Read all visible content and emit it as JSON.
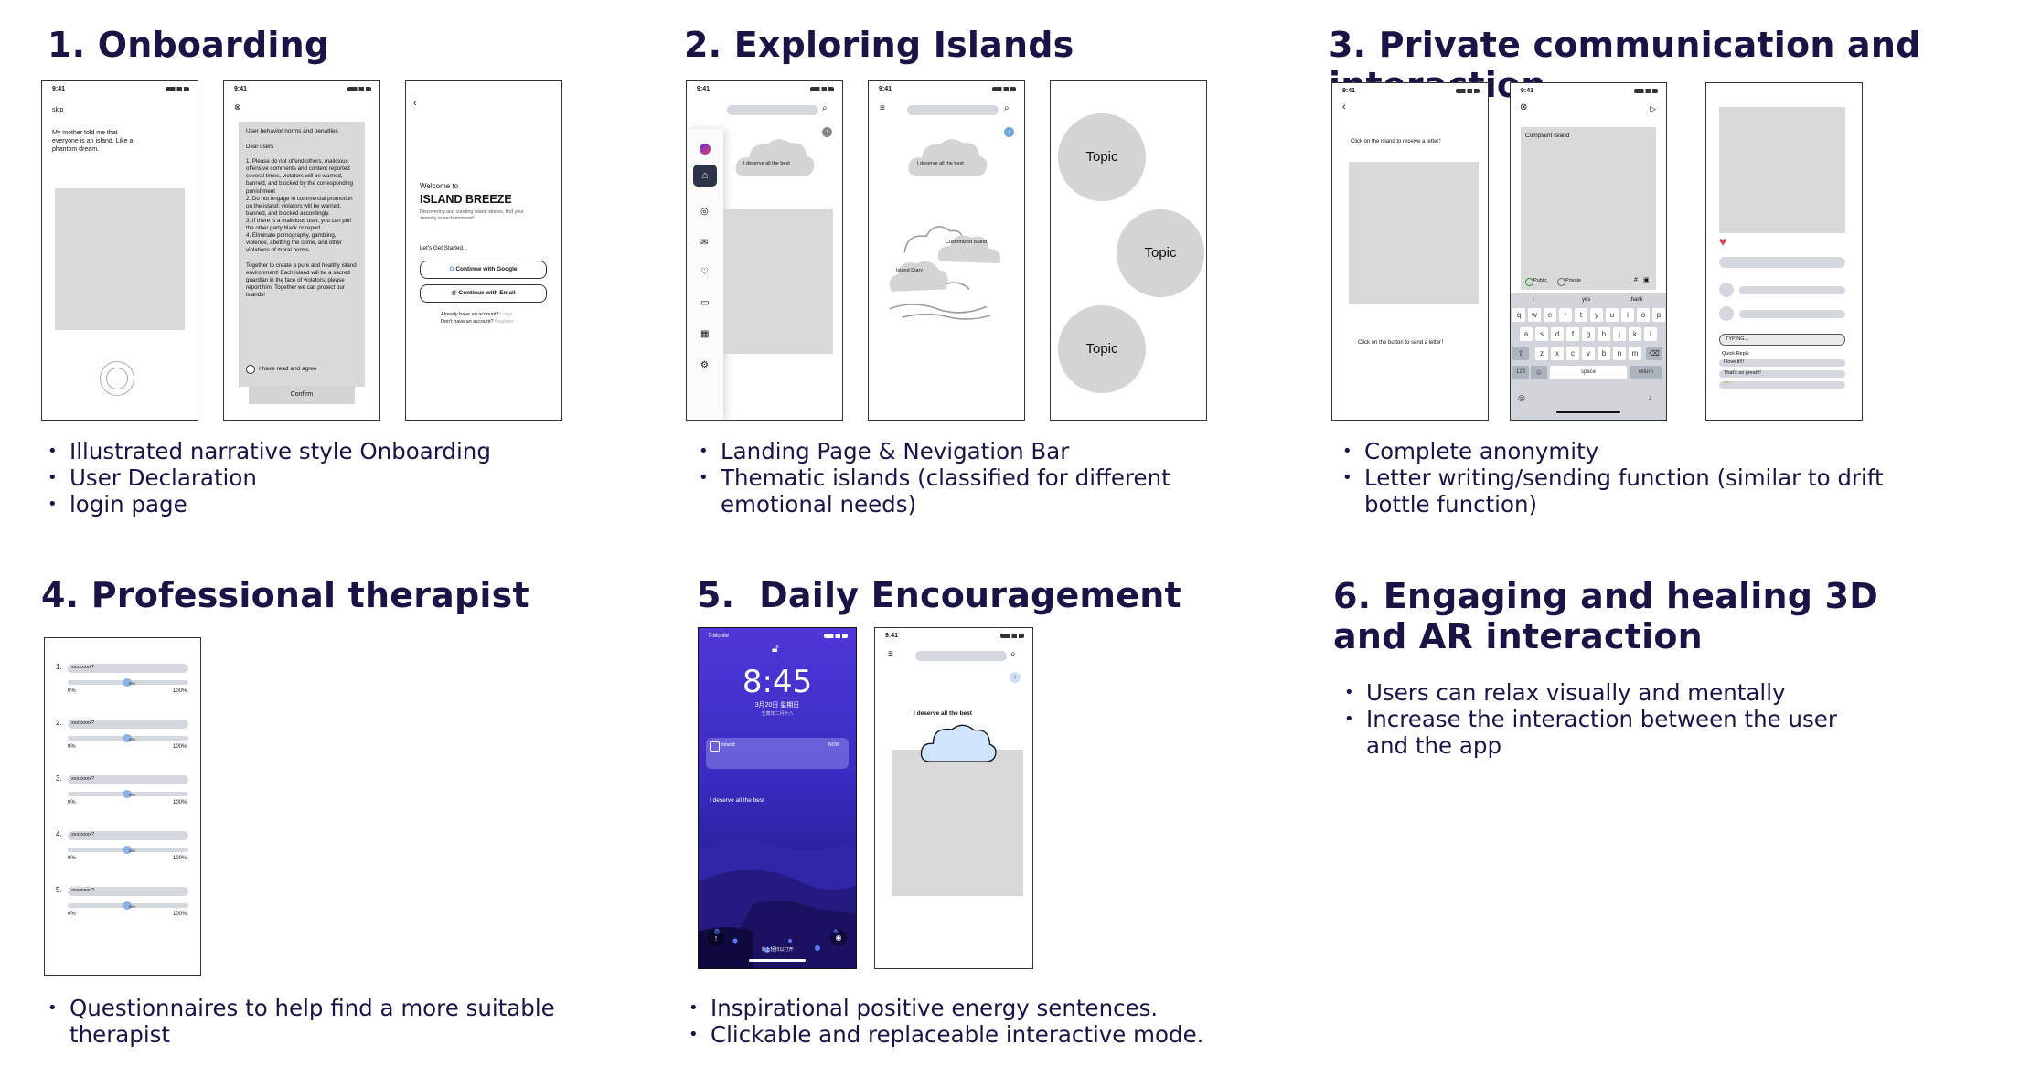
{
  "sections": [
    {
      "title": "1. Onboarding",
      "bullets": [
        "Illustrated narrative style Onboarding",
        "User Declaration",
        "login page"
      ]
    },
    {
      "title": "2. Exploring Islands",
      "bullets": [
        "Landing Page & Nevigation Bar",
        "Thematic islands (classified for different emotional needs)"
      ]
    },
    {
      "title": "3. Private communication and interaction",
      "bullets": [
        "Complete anonymity",
        "Letter writing/sending function (similar to drift bottle function)"
      ]
    },
    {
      "title": "4. Professional therapist",
      "bullets": [
        "Questionnaires to help find a more suitable therapist"
      ]
    },
    {
      "title": "5.  Daily Encouragement",
      "bullets": [
        "Inspirational positive energy sentences.",
        "Clickable and replaceable interactive mode."
      ]
    },
    {
      "title": "6. Engaging and healing 3D and AR interaction",
      "bullets": [
        "Users can relax visually and mentally",
        "Increase the interaction between the user and the app"
      ]
    }
  ],
  "screens": {
    "time": "9:41",
    "onb1": {
      "skip": "skip",
      "text": "My mother told me that everyone is an island. Like a phantom dream."
    },
    "onb2": {
      "header": "User behavior norms and penalties",
      "body": "Dear users\n\n1. Please do not offend others, malicious offensive comments and content reported several times, violators will be warned, banned, and blocked by the corresponding punishment\n2. Do not engage in commercial promotion on the island; violators will be warned, banned, and blocked accordingly.\n3. If there is a malicious user, you can pull the other party black or report.\n4. Eliminate pornography, gambling, violence, abetting the crime, and other violations of moral norms.\n\nTogether to create a pure and healthy island environment! Each island will be a sacred guardian in the face of violators; please report him! Together we can protect our islands!",
      "agree": "I have read and agree",
      "confirm": "Confirm"
    },
    "login": {
      "welcome": "Welcome to",
      "brand": "ISLAND BREEZE",
      "tagline": "Discovering and curating island stories, find your serenity in each moment!",
      "start": "Let's Get Started...",
      "google": "Continue with Google",
      "email": "Continue with Email",
      "have": "Already have an account?",
      "have_link": "Login",
      "no": "Don't have an account?",
      "no_link": "Register"
    },
    "explore": {
      "cloud_text": "I deserve all the best",
      "customized": "Customized Island",
      "diary": "Island Diary",
      "topics": [
        "Topic",
        "Topic",
        "Topic"
      ]
    },
    "comm": {
      "receive": "Click on the island to receive a letter！",
      "send": "Click on the button to send a letter！",
      "compose_title": "Complaint Island",
      "public": "Public",
      "private": "Private",
      "suggest": [
        "I",
        "yes",
        "thank"
      ],
      "row1": [
        "q",
        "w",
        "e",
        "r",
        "t",
        "y",
        "u",
        "i",
        "o",
        "p"
      ],
      "row2": [
        "a",
        "s",
        "d",
        "f",
        "g",
        "h",
        "j",
        "k",
        "l"
      ],
      "row3": [
        "z",
        "x",
        "c",
        "v",
        "b",
        "n",
        "m"
      ],
      "num": "123",
      "space": "space",
      "ret": "return",
      "typing": "TYPING...",
      "quick": "Quick Reply",
      "r1": "I love it!!!",
      "r2": "That's so great!!!",
      "r3": "^^^"
    },
    "quiz": {
      "items": [
        {
          "n": "1.",
          "q": "xxxxxxxx?",
          "v": "50%"
        },
        {
          "n": "2.",
          "q": "xxxxxxxx?",
          "v": "50%"
        },
        {
          "n": "3.",
          "q": "xxxxxxxx?",
          "v": "50%"
        },
        {
          "n": "4.",
          "q": "xxxxxxxx?",
          "v": "50%"
        },
        {
          "n": "5.",
          "q": "xxxxxxxx?",
          "v": "50%"
        }
      ],
      "min": "0%",
      "max": "100%"
    },
    "lock": {
      "carrier": "T-Mobile",
      "time": "8:45",
      "date": "3月20日 星期日",
      "lunar": "壬寅年二月十八",
      "notif": "Island",
      "notif_time": "NOW",
      "quote": "I deserve all the best",
      "swipe": "向上轻扫以打开"
    },
    "daily": {
      "quote": "I deserve all the best"
    }
  }
}
